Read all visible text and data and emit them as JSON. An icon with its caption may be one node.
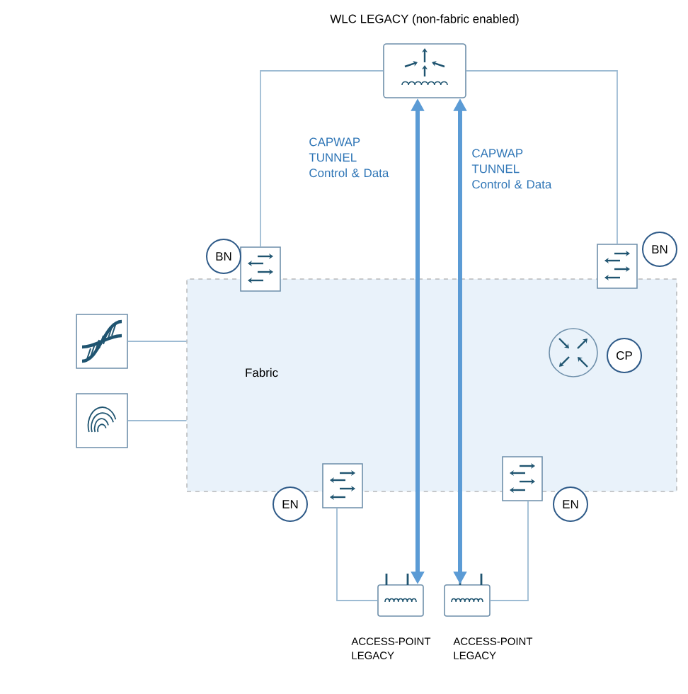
{
  "diagram": {
    "nodes": [
      {
        "text": [
          "Fabric"
        ]
      },
      {
        "text": [
          "WLC LEGACY (non-fabric enabled)"
        ]
      },
      {
        "text": [],
        "shape": "box"
      },
      {
        "text": [
          "BN"
        ]
      },
      {
        "text": [],
        "shape": "box"
      },
      {
        "text": [
          "BN"
        ]
      },
      {
        "text": [],
        "shape": "box"
      },
      {
        "text": [],
        "shape": "box"
      },
      {
        "text": [],
        "shape": "circle",
        "in": 0
      },
      {
        "text": [
          "CP"
        ],
        "in": 0
      },
      {
        "text": [],
        "shape": "box"
      },
      {
        "text": [
          "EN"
        ]
      },
      {
        "text": [],
        "shape": "box"
      },
      {
        "text": [
          "EN"
        ]
      },
      {
        "text": [
          "ACCESS-POINT LEGACY"
        ]
      },
      {
        "text": [
          "ACCESS-POINT LEGACY"
        ]
      }
    ],
    "edges": [
      {
        "from": 1,
        "to": 2,
        "arrow": "none"
      },
      {
        "from": 1,
        "to": 4,
        "arrow": "none"
      },
      {
        "from": 6,
        "to": 0,
        "arrow": "none"
      },
      {
        "from": 7,
        "to": 0,
        "arrow": "none"
      },
      {
        "from": 10,
        "to": 14,
        "arrow": "none"
      },
      {
        "from": 12,
        "to": 15,
        "arrow": "none"
      },
      {
        "from": 14,
        "to": 1,
        "arrow": "both",
        "label": "CAPWAP TUNNEL Control & Data",
        "style": "thick",
        "color": "#5b9bd5"
      },
      {
        "from": 15,
        "to": 1,
        "arrow": "both",
        "label": "CAPWAP TUNNEL Control & Data",
        "style": "thick",
        "color": "#5b9bd5"
      }
    ]
  }
}
